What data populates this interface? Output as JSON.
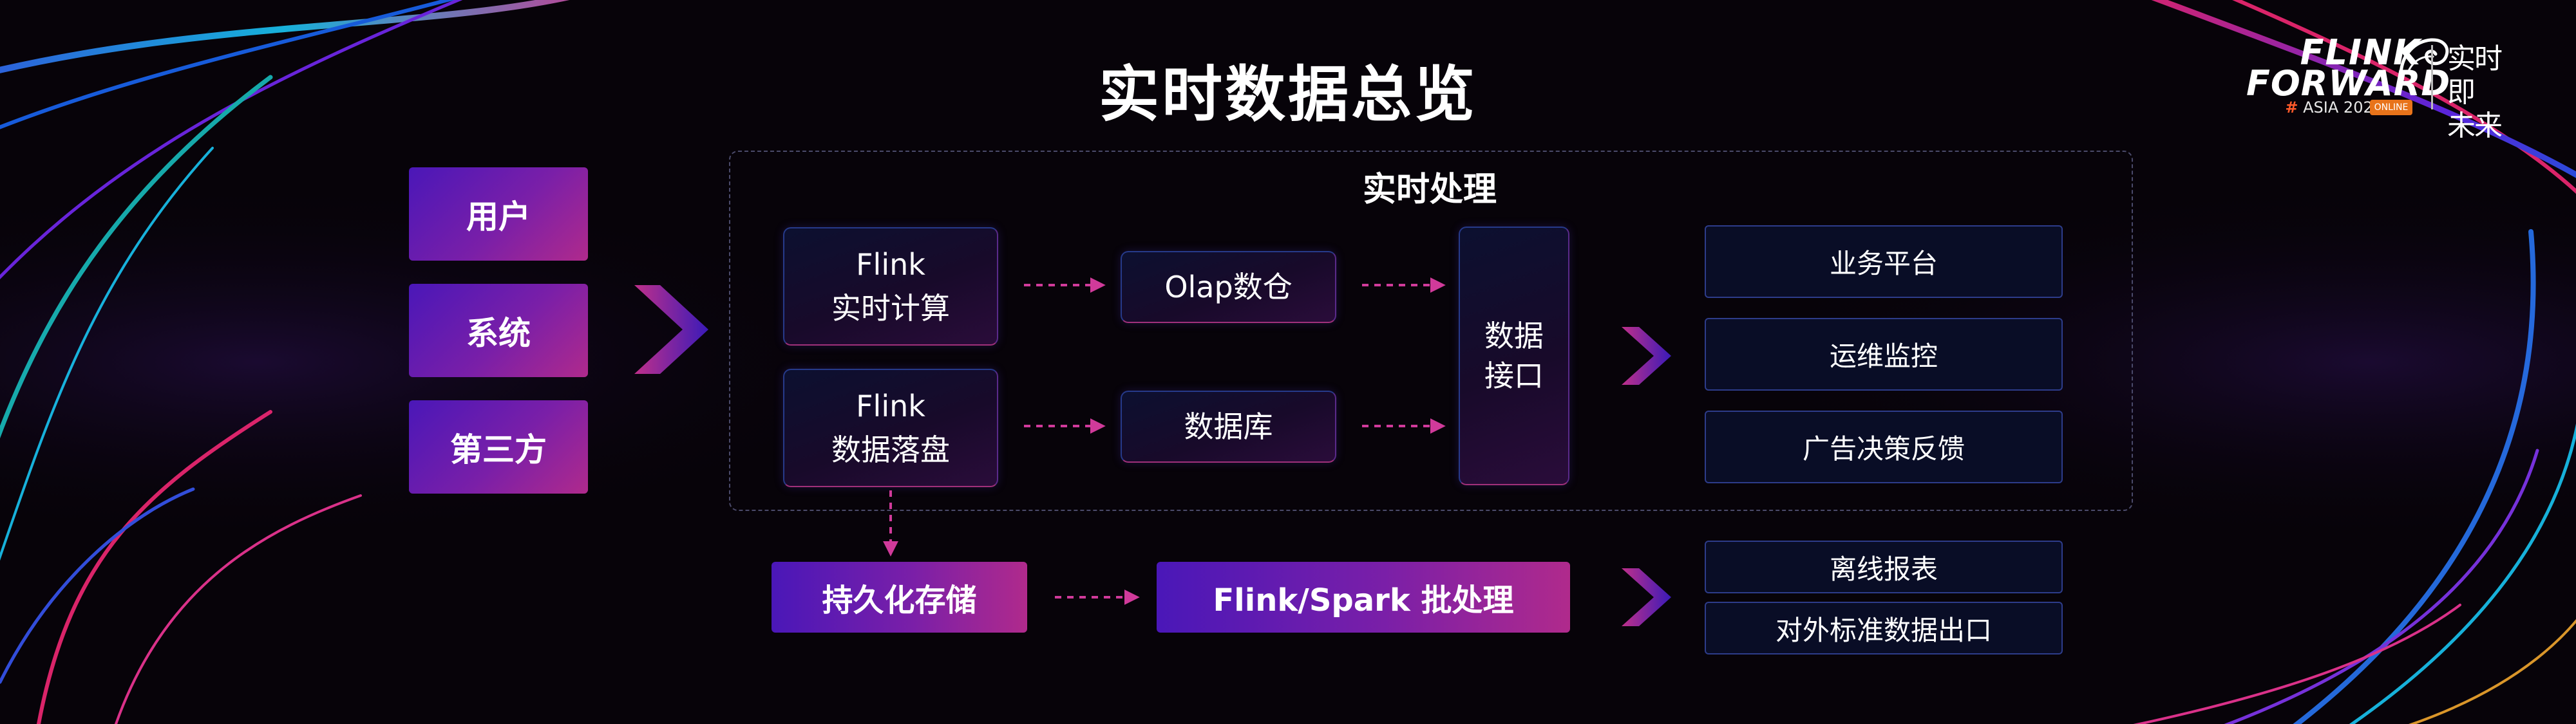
{
  "title": "实时数据总览",
  "sources": [
    "用户",
    "系统",
    "第三方"
  ],
  "section_label": "实时处理",
  "compute_nodes": [
    {
      "line1": "Flink",
      "line2": "实时计算"
    },
    {
      "line1": "Flink",
      "line2": "数据落盘"
    }
  ],
  "store_nodes": [
    "Olap数仓",
    "数据库"
  ],
  "interface": {
    "line1": "数据",
    "line2": "接口"
  },
  "realtime_outputs": [
    "业务平台",
    "运维监控",
    "广告决策反馈"
  ],
  "batch": {
    "storage": "持久化存储",
    "processing": "Flink/Spark 批处理"
  },
  "offline_outputs": [
    "离线报表",
    "对外标准数据出口"
  ],
  "logo": {
    "line1": "FLINK",
    "line2": "FORWARD",
    "hash": "#",
    "line3": "ASIA 2022",
    "badge": "ONLINE",
    "cn_line1": "实时即",
    "cn_line2": "未来"
  },
  "colors": {
    "accent_purple": "#4a17b8",
    "accent_magenta": "#b02a8c",
    "arrow_pink": "#d03a9a",
    "border_blue": "#2d3c8a"
  }
}
